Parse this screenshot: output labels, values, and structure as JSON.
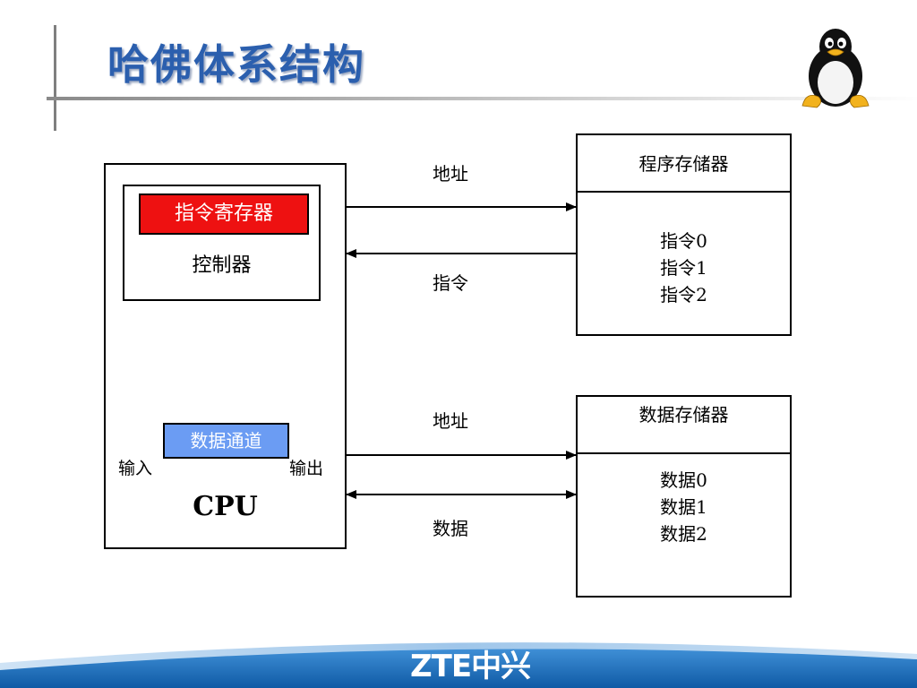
{
  "title": "哈佛体系结构",
  "cpu": {
    "instruction_register": "指令寄存器",
    "controller": "控制器",
    "datapath": "数据通道",
    "input": "输入",
    "output": "输出",
    "label": "CPU"
  },
  "program_memory": {
    "title": "程序存储器",
    "items": [
      "指令0",
      "指令1",
      "指令2"
    ]
  },
  "data_memory": {
    "title": "数据存储器",
    "items": [
      "数据0",
      "数据1",
      "数据2"
    ]
  },
  "connections": {
    "address_top": "地址",
    "instruction": "指令",
    "address_bottom": "地址",
    "data": "数据"
  },
  "footer": {
    "logo": "ZTE中兴"
  },
  "colors": {
    "title": "#2b5fae",
    "instruction_register": "#ee1111",
    "datapath": "#6b9cf3",
    "footer_blue": "#1f6fb6"
  }
}
